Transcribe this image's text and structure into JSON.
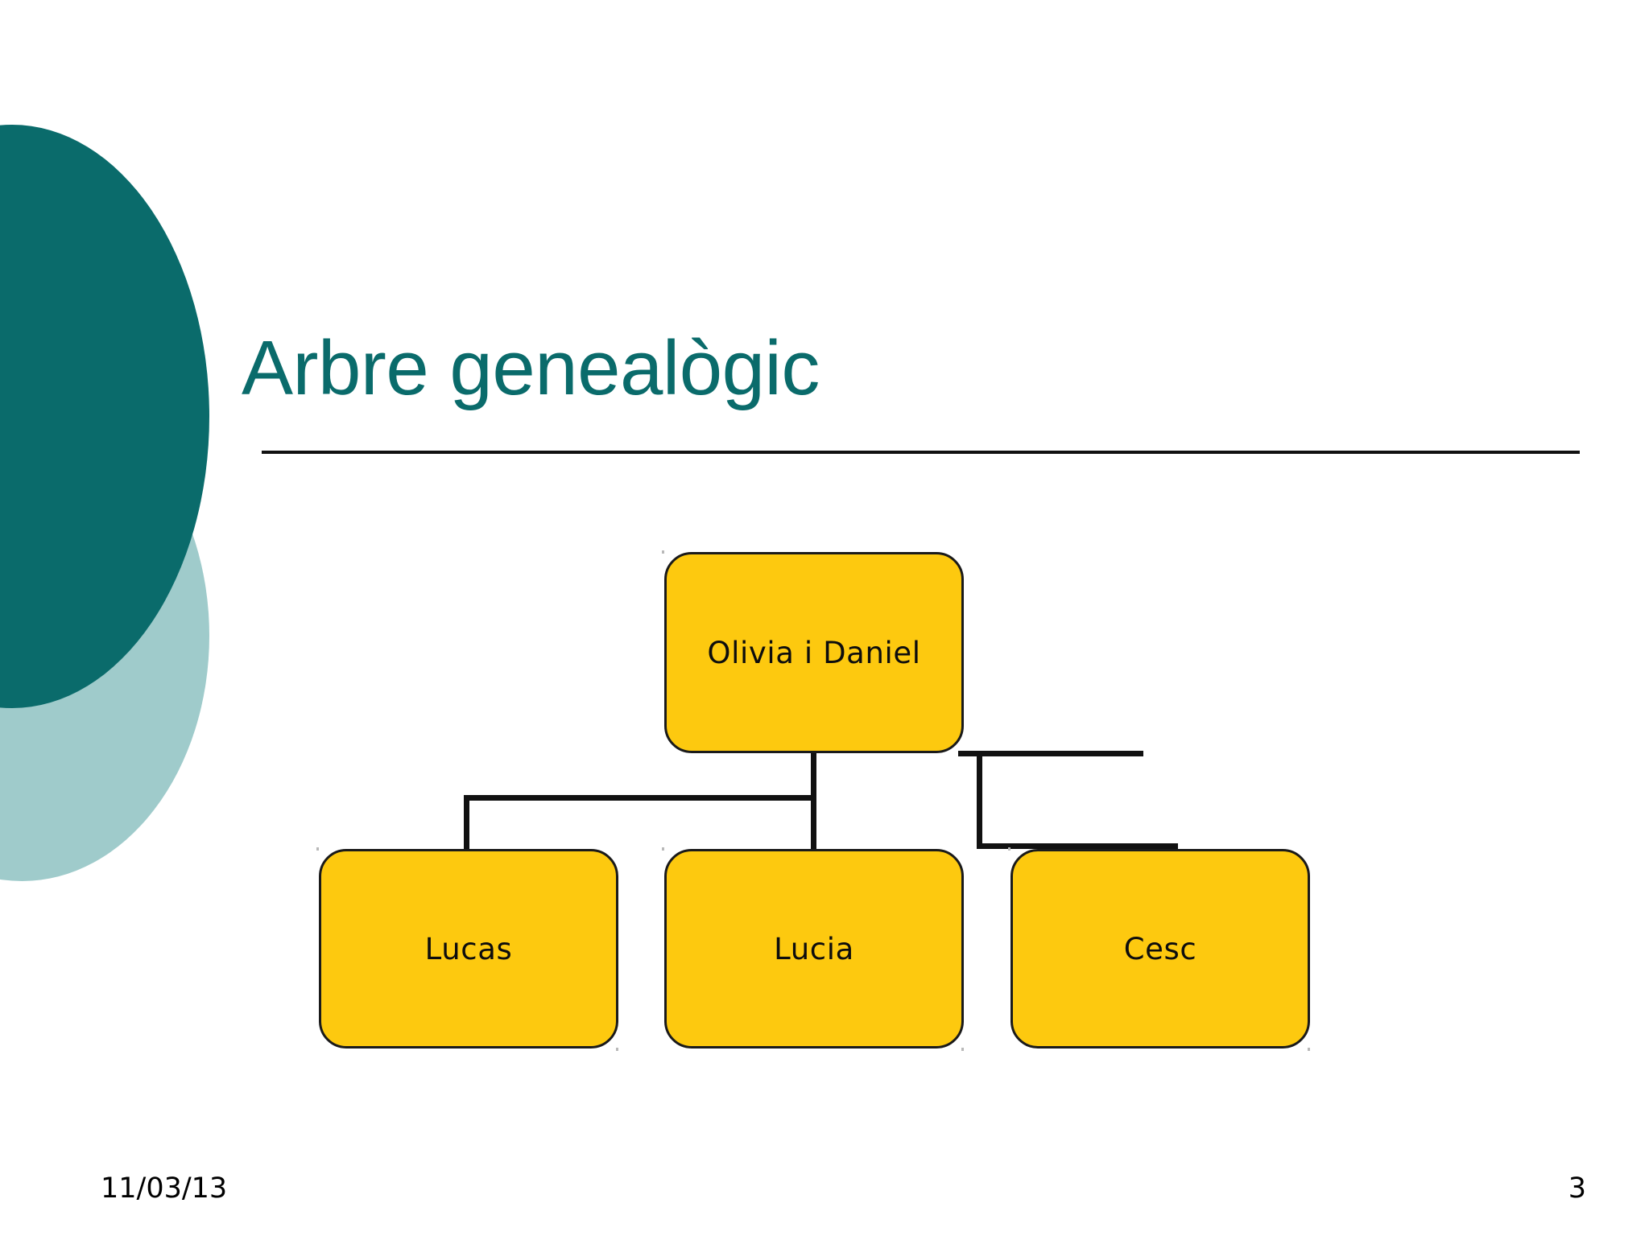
{
  "slide": {
    "title": "Arbre genealògic",
    "footer": {
      "date": "11/03/13",
      "page_number": "3"
    }
  },
  "theme": {
    "title_color": "#0a6b6b",
    "circle_dark_color": "#0a6b6b",
    "circle_light_color": "#9fcbcb",
    "node_fill": "#fdc90f",
    "node_border": "#1a1a1a",
    "connector_color": "#111111",
    "background": "#ffffff"
  },
  "diagram": {
    "type": "family-tree",
    "nodes": [
      {
        "id": "parents",
        "label": "Olivia i Daniel",
        "level": 0
      },
      {
        "id": "lucas",
        "label": "Lucas",
        "level": 1
      },
      {
        "id": "lucia",
        "label": "Lucia",
        "level": 1
      },
      {
        "id": "cesc",
        "label": "Cesc",
        "level": 1
      }
    ],
    "edges": [
      {
        "from": "parents",
        "to": "lucas"
      },
      {
        "from": "parents",
        "to": "lucia"
      },
      {
        "from": "parents",
        "to": "cesc"
      }
    ]
  }
}
